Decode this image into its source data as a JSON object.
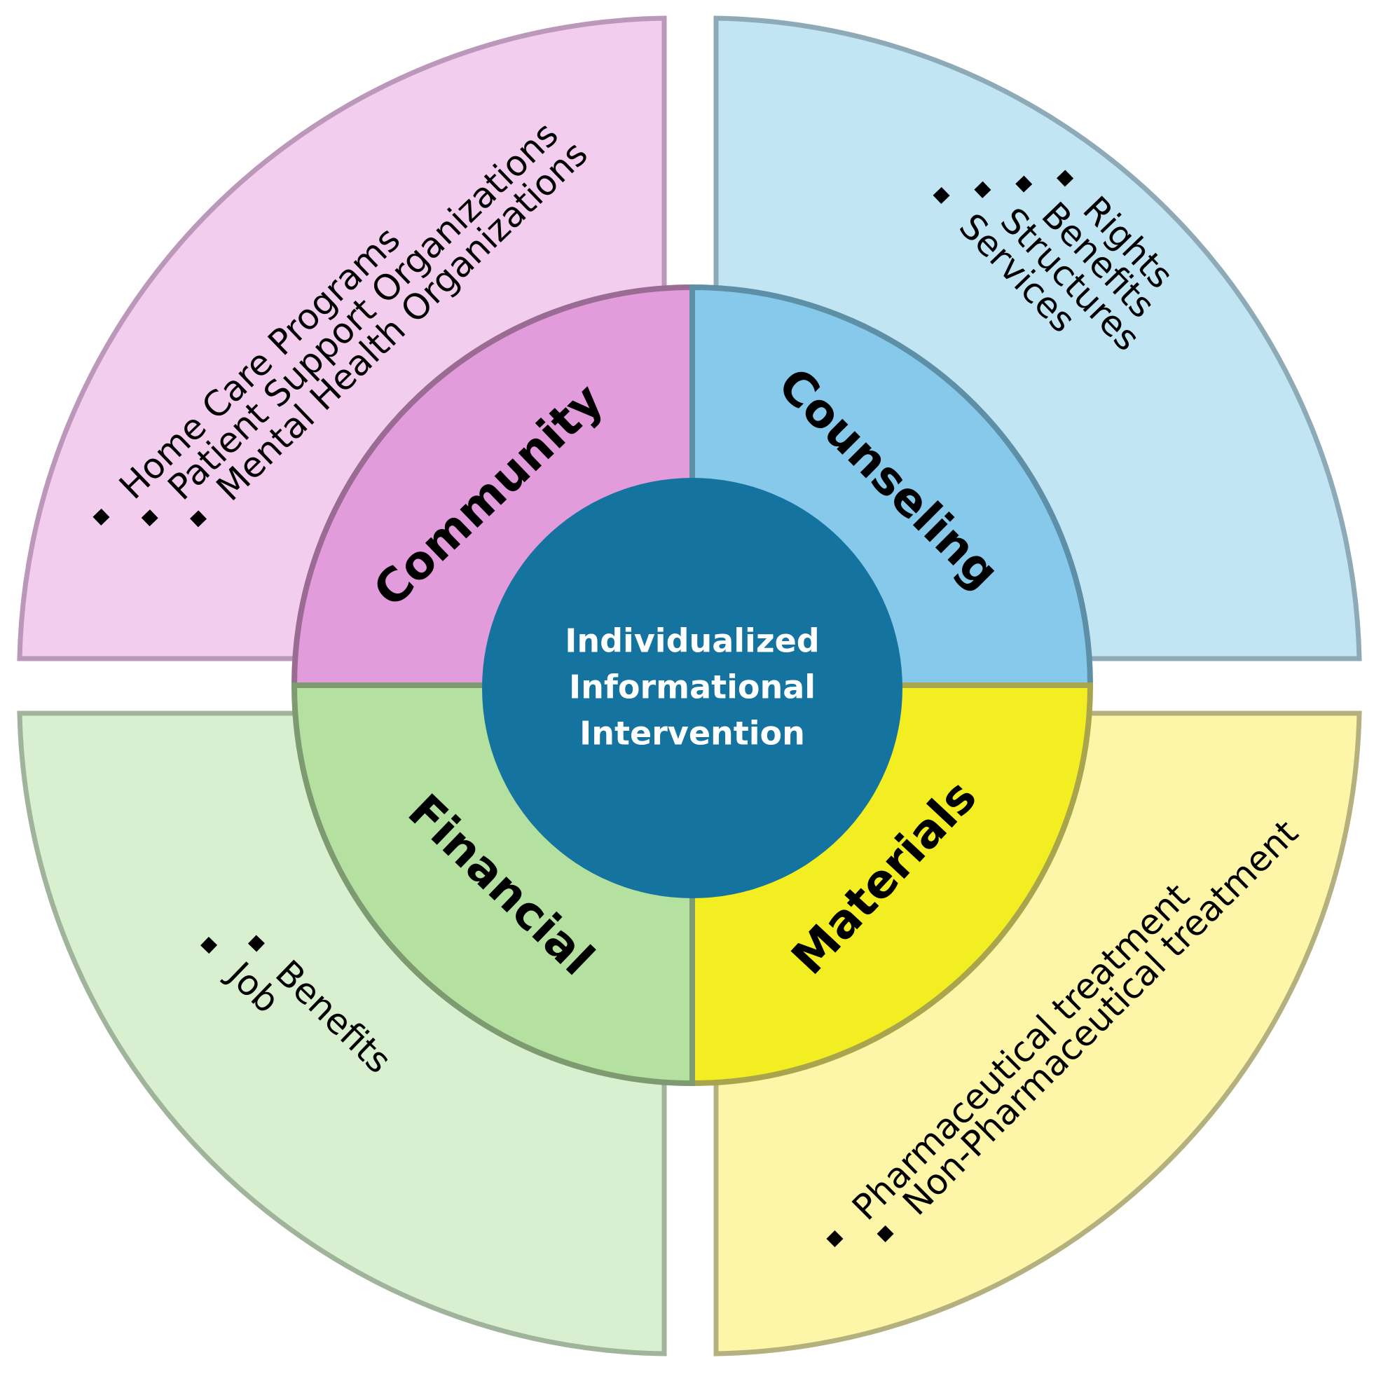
{
  "center": {
    "lines": [
      "Individualized",
      "Informational",
      "Intervention"
    ],
    "color": "#14749f"
  },
  "quadrants": [
    {
      "id": "community",
      "label": "Community",
      "outer_color": "#f2cdee",
      "outer_border": "#bb97b9",
      "inner_color": "#e39cdb",
      "inner_border": "#9a6b93",
      "items": [
        "Home Care Programs",
        "Patient Support Organizations",
        "Mental Health Organizations"
      ]
    },
    {
      "id": "counseling",
      "label": "Counseling",
      "outer_color": "#c2e5f4",
      "outer_border": "#8eaab7",
      "inner_color": "#86c9eb",
      "inner_border": "#5d8fa6",
      "items": [
        "Rights",
        "Benefits",
        "Structures",
        "Services"
      ]
    },
    {
      "id": "materials",
      "label": "Materials",
      "outer_color": "#fdf6a8",
      "outer_border": "#b4b17e",
      "inner_color": "#f3ee22",
      "inner_border": "#a8a54d",
      "items": [
        "Pharmaceutical treatment",
        "Non-Pharmaceutical treatment"
      ]
    },
    {
      "id": "financial",
      "label": "Financial",
      "outer_color": "#d8f0d0",
      "outer_border": "#a0b39b",
      "inner_color": "#b4e19f",
      "inner_border": "#7d9a70",
      "items": [
        "Benefits",
        "Job"
      ]
    }
  ]
}
